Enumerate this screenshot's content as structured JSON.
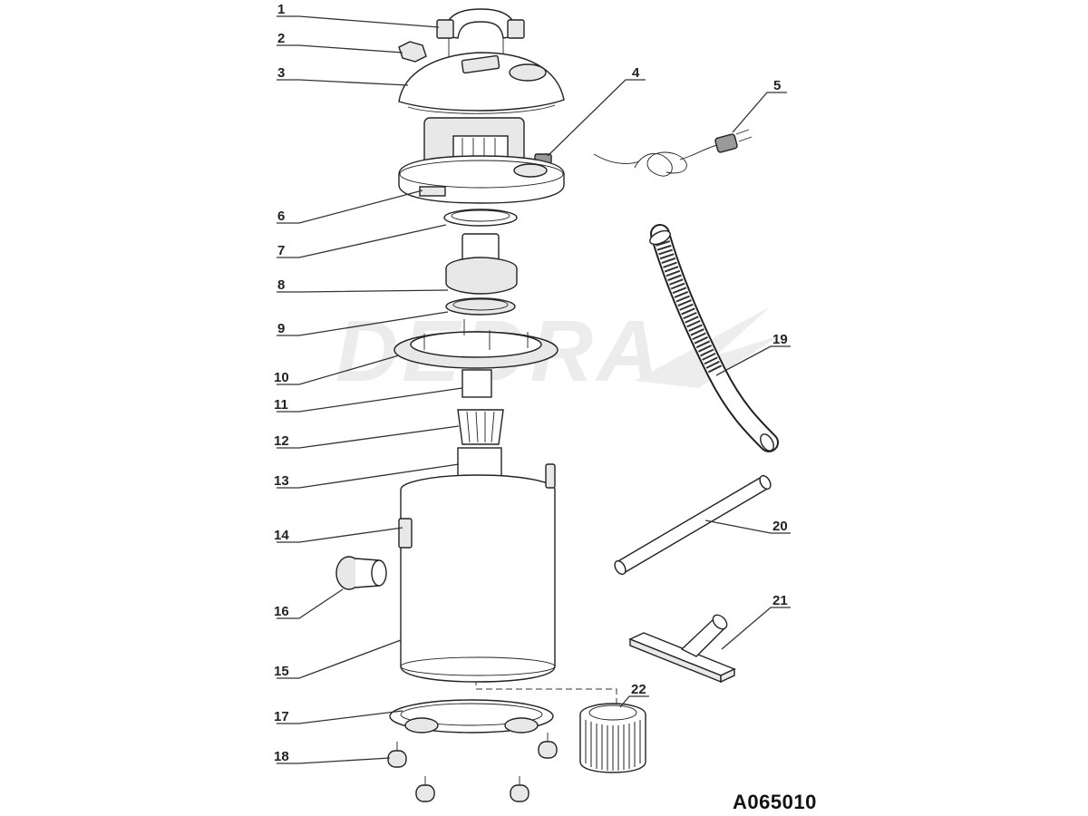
{
  "watermark": "DEDRA",
  "drawing_code": "A065010",
  "callouts": [
    "1",
    "2",
    "3",
    "4",
    "5",
    "6",
    "7",
    "8",
    "9",
    "10",
    "11",
    "12",
    "13",
    "14",
    "15",
    "16",
    "17",
    "18",
    "19",
    "20",
    "21",
    "22"
  ]
}
